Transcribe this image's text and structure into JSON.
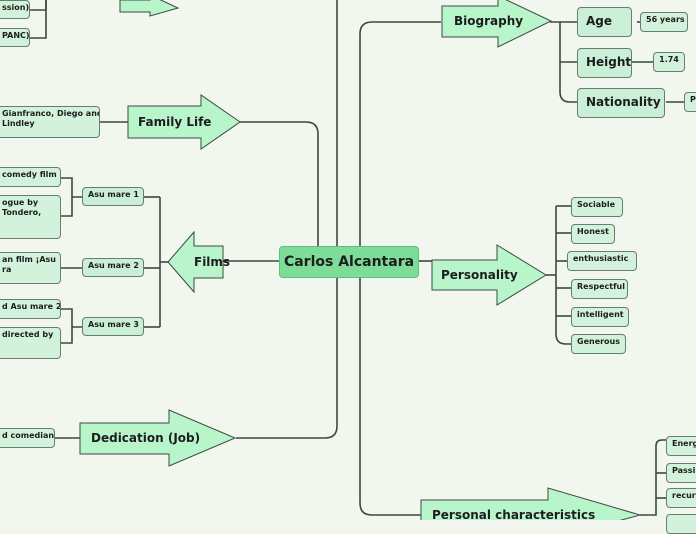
{
  "root": "Carlos Alcantara",
  "left": {
    "top_partial_1": "ssion)",
    "top_partial_2": "PANC)",
    "family_life": {
      "label": "Family Life",
      "leaf": [
        "Gianfranco, Diego and",
        "Lindley"
      ]
    },
    "films": {
      "label": "Films",
      "groups": [
        {
          "label": "Asu mare 1",
          "leaves": [
            [
              "comedy film"
            ],
            [
              "ogue by",
              "Tondero,",
              ""
            ]
          ]
        },
        {
          "label": "Asu mare 2",
          "leaves": [
            [
              "an film ¡Asu",
              "ra"
            ]
          ]
        },
        {
          "label": "Asu mare 3",
          "leaves": [
            [
              "d Asu mare 2"
            ],
            [
              "directed by"
            ]
          ]
        }
      ]
    },
    "dedication": {
      "label": "Dedication (Job)",
      "leaf": "d comedian"
    }
  },
  "right": {
    "biography": {
      "label": "Biography",
      "items": [
        {
          "label": "Age",
          "value": "56 years"
        },
        {
          "label": "Height",
          "value": "1.74"
        },
        {
          "label": "Nationality",
          "value": "P"
        }
      ]
    },
    "personality": {
      "label": "Personality",
      "traits": [
        "Sociable",
        "Honest",
        "enthusiastic",
        "Respectful",
        "intelligent",
        "Generous"
      ]
    },
    "personal_characteristics": {
      "label": "Personal characteristics",
      "items": [
        "Energ",
        "Passi",
        "recur",
        ""
      ]
    }
  },
  "colors": {
    "background": "#f1f6ee",
    "root_fill": "#7ddc98",
    "node_fill": "#c9f0d6",
    "arrow_fill": "#b9f5cb",
    "line": "#3b4a3f"
  }
}
